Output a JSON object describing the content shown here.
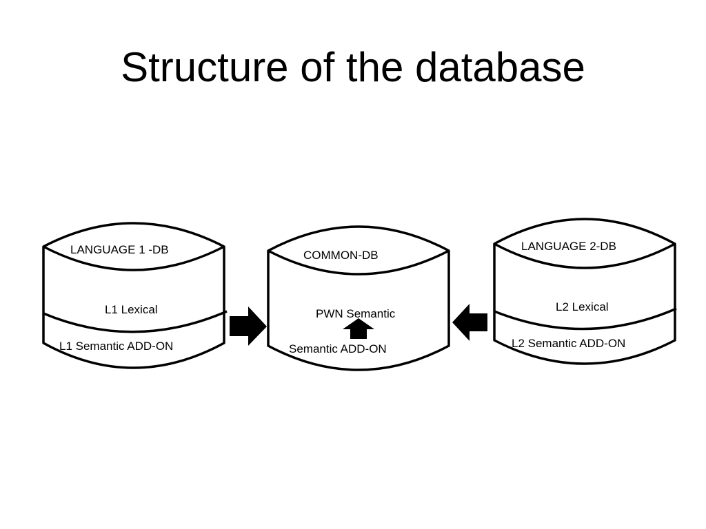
{
  "slide": {
    "title": "Structure of the database"
  },
  "diagram": {
    "left_db": {
      "title": "LANGUAGE 1 -DB",
      "upper_section": "L1 Lexical",
      "lower_section": "L1 Semantic ADD-ON"
    },
    "center_db": {
      "title": "COMMON-DB",
      "upper_section": "PWN Semantic",
      "lower_section": "Semantic ADD-ON"
    },
    "right_db": {
      "title": "LANGUAGE 2-DB",
      "upper_section": "L2 Lexical",
      "lower_section": "L2 Semantic ADD-ON"
    },
    "arrow_color": "#000000",
    "line_color": "#000000",
    "background": "#ffffff"
  }
}
